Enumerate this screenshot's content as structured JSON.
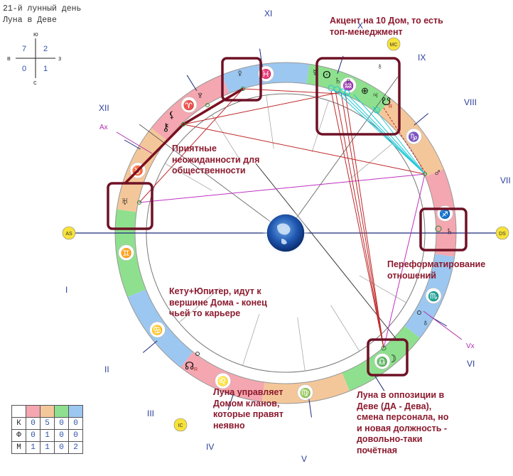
{
  "header": {
    "lunar_day": "21-й лунный день",
    "moon_sign": "Луна в Деве"
  },
  "cross": {
    "north": "ю",
    "south": "с",
    "west": "в",
    "east": "з",
    "q_tl": "7",
    "q_tr": "2",
    "q_bl": "0",
    "q_br": "1"
  },
  "elements_table": {
    "colors": [
      "#f4a7b0",
      "#f4c79a",
      "#8ee08e",
      "#9cc7f0"
    ],
    "rows": [
      {
        "label": "К",
        "values": [
          "0",
          "5",
          "0",
          "0"
        ]
      },
      {
        "label": "Ф",
        "values": [
          "0",
          "1",
          "0",
          "0"
        ]
      },
      {
        "label": "М",
        "values": [
          "1",
          "1",
          "0",
          "2"
        ]
      }
    ]
  },
  "houses": [
    "I",
    "II",
    "III",
    "IV",
    "V",
    "VI",
    "VII",
    "VIII",
    "IX",
    "X",
    "XI",
    "XII"
  ],
  "angles": {
    "asc": "AS",
    "dsc": "DS",
    "mc": "MC",
    "ic": "IC",
    "ax": "Ax",
    "vx": "Vx"
  },
  "zodiac_glyphs": [
    "♉",
    "♈",
    "♓",
    "♒",
    "♑",
    "♐",
    "♏",
    "♎",
    "♍",
    "♌",
    "♋",
    "♊"
  ],
  "planets": {
    "sun": "ʘ",
    "mercury": "☿",
    "venus": "♀",
    "mars": "♂",
    "jupiter": "♃",
    "saturn": "♄",
    "uranus": "♅",
    "neptune": "♆",
    "pluto": "♇",
    "moon": "☽",
    "chiron": "⚷",
    "node": "☊",
    "south_node": "☋",
    "fortune": "⊕",
    "lilith": "⚸",
    "retro": "R",
    "selena": "♁",
    "ceres": "⚳",
    "sat2": "♄"
  },
  "annotations": {
    "accent": "Акцент на 10 Дом, то есть топ-менеджмент",
    "surprises": "Приятные неожиданности для общественности",
    "reformat": "Переформатирование отношений",
    "ketu": "Кету+Юпитер, идут к вершине Дома - конец чьей то карьере",
    "moon_rules": "Луна управляет Домом кланов, которые правят неявно",
    "moon_opp": "Луна в оппозиции в Деве (ДА - Дева), смена персонала, но и новая должность - довольно-таки почётная"
  }
}
